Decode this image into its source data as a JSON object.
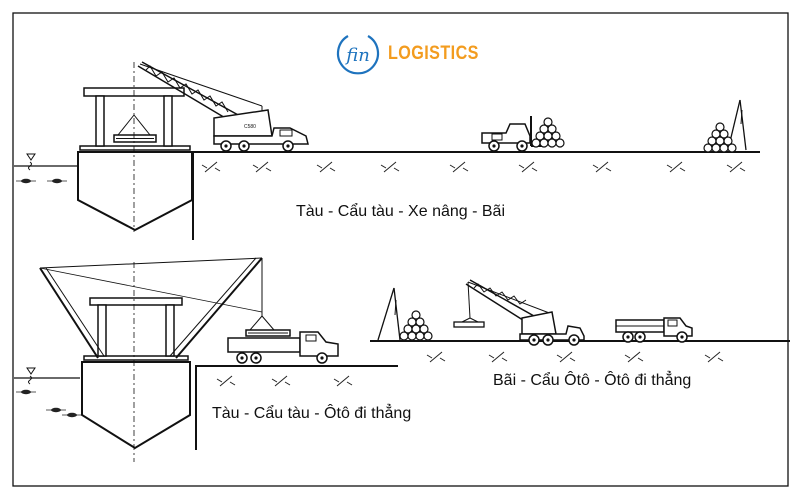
{
  "logo": {
    "mark_text": "fin",
    "name": "LOGISTICS",
    "brand_blue": "#1e73be",
    "brand_orange": "#f39c1f"
  },
  "captions": {
    "scenario1": "Tàu - Cẩu tàu - Xe nâng - Bãi",
    "scenario2": "Tàu - Cẩu tàu - Ôtô đi thẳng",
    "scenario3": "Bãi - Cẩu Ôtô - Ôtô đi thẳng"
  },
  "crane_plate": "C580",
  "icons": [
    "water-level-icon",
    "ship-icon",
    "crawler-crane-icon",
    "forklift-icon",
    "log-pile-icon",
    "flatbed-truck-icon",
    "derrick-icon"
  ]
}
